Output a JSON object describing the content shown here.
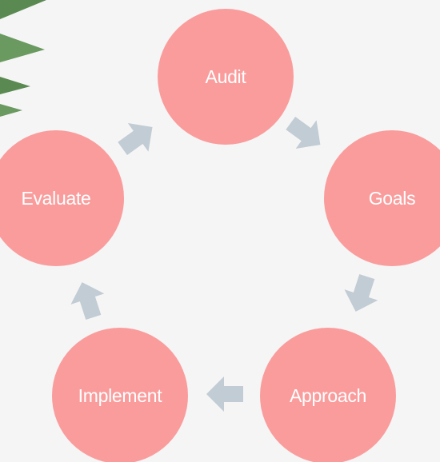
{
  "diagram": {
    "type": "cycle",
    "direction": "clockwise",
    "steps": [
      {
        "label": "Audit"
      },
      {
        "label": "Goals"
      },
      {
        "label": "Approach"
      },
      {
        "label": "Implement"
      },
      {
        "label": "Evaluate"
      }
    ],
    "colors": {
      "background": "#f5f5f5",
      "node_fill": "#fa9c9c",
      "node_text": "#ffffff",
      "arrow_fill": "#c2ccd4",
      "leaf": "#5a8a52"
    },
    "decoration": {
      "icon": "palm-leaf-icon"
    }
  }
}
